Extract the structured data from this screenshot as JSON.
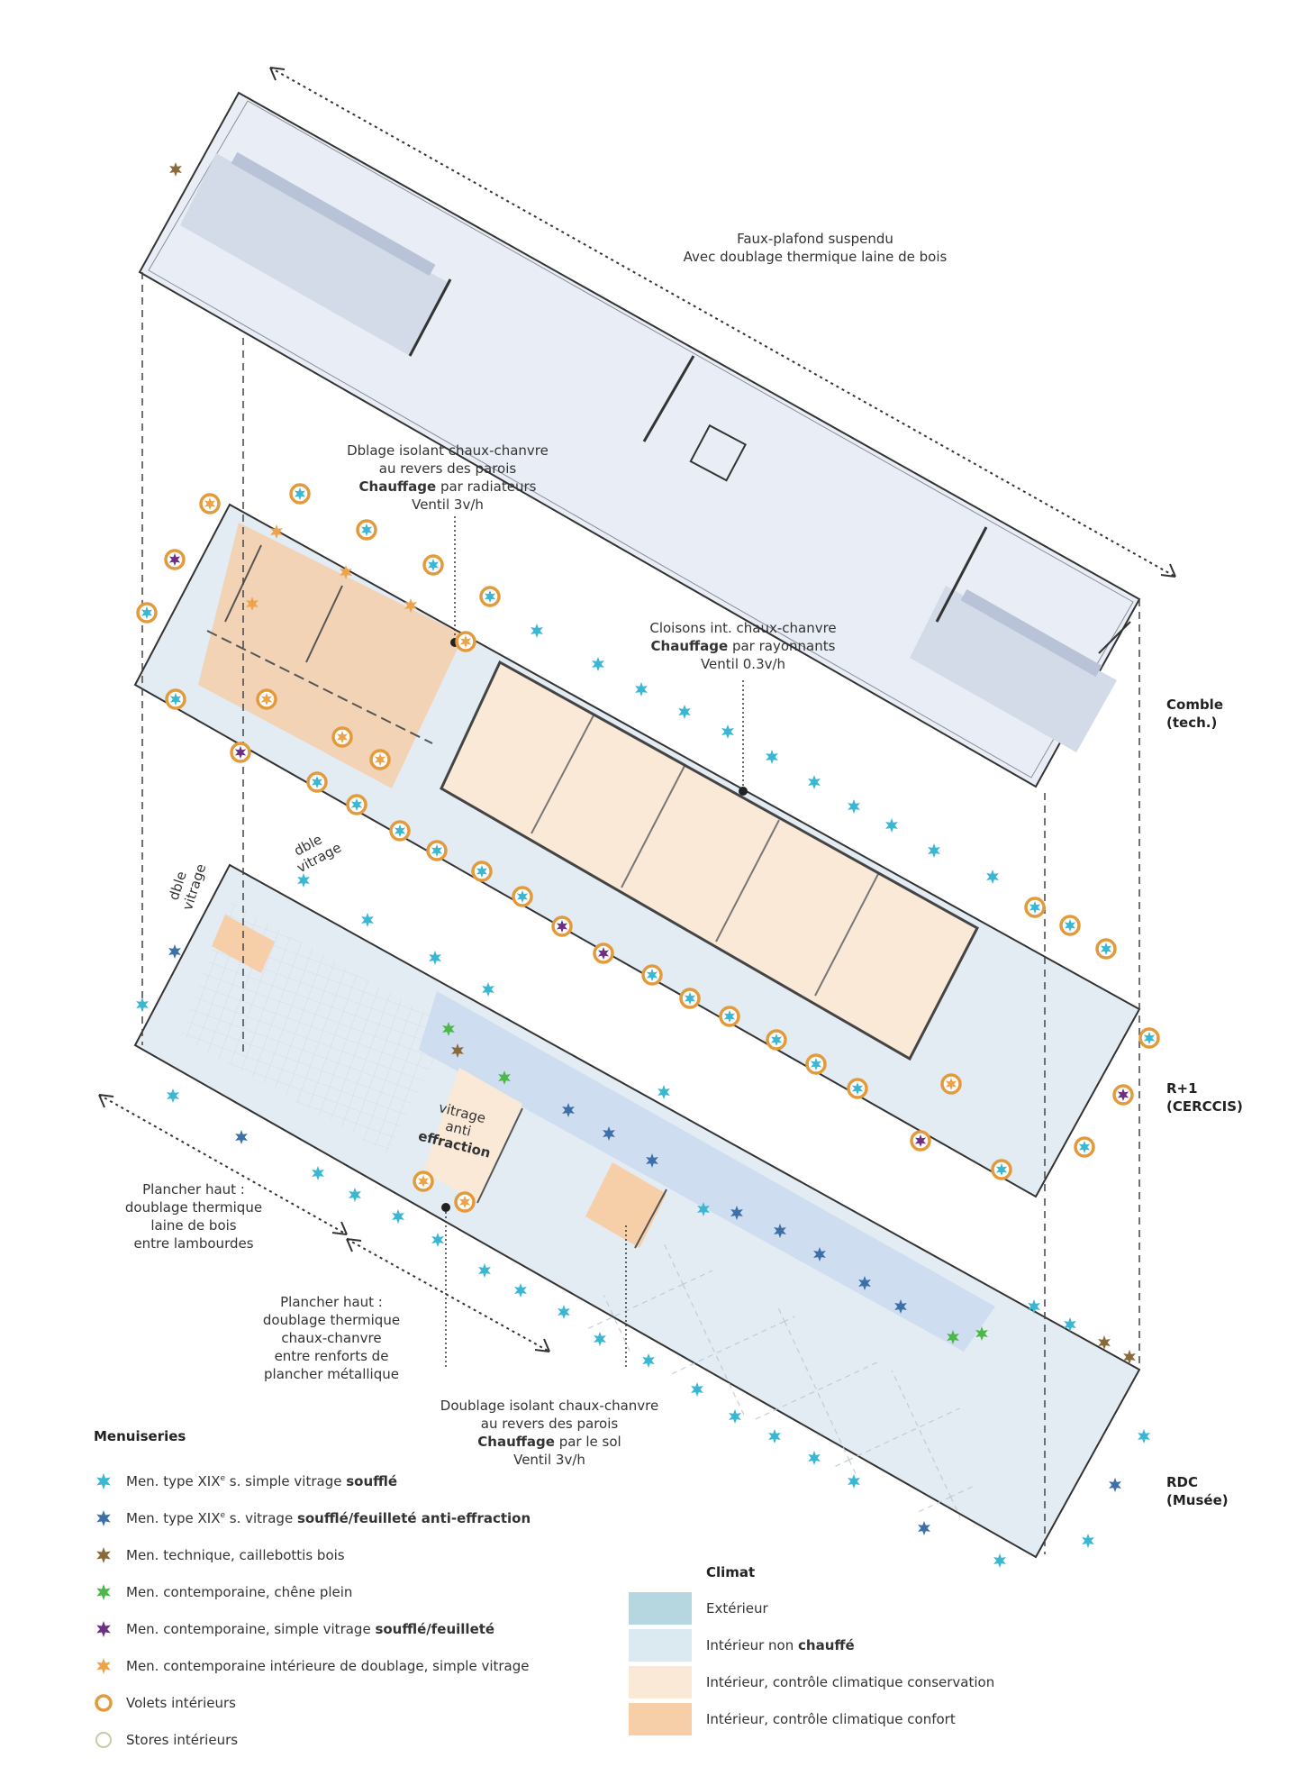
{
  "annotations": {
    "faux_plafond": [
      "Faux-plafond suspendu",
      "Avec doublage thermique laine de bois"
    ],
    "dblage_r1": {
      "l1": "Dblage isolant chaux-chanvre",
      "l2": "au revers des parois",
      "l3_bold": "Chauffage",
      "l3_rest": " par radiateurs",
      "l4": "Ventil 3v/h"
    },
    "cloisons": {
      "l1": "Cloisons int. chaux-chanvre",
      "l2_bold": "Chauffage",
      "l2_rest": " par rayonnants",
      "l3": "Ventil 0.3v/h"
    },
    "dble_vitrage_1": [
      "dble",
      "vitrage"
    ],
    "dble_vitrage_2": [
      "dble",
      "vitrage"
    ],
    "vitrage_anti": {
      "l1": "vitrage",
      "l2": "anti",
      "l3": "effraction"
    },
    "plancher_bois": [
      "Plancher haut :",
      "doublage thermique",
      "laine de bois",
      "entre lambourdes"
    ],
    "plancher_chaux": [
      "Plancher haut :",
      "doublage thermique",
      "chaux-chanvre",
      "entre renforts de",
      "plancher métallique"
    ],
    "doublage_rdc": {
      "l1": "Doublage isolant chaux-chanvre",
      "l2": "au revers des parois",
      "l3_bold": "Chauffage",
      "l3_rest": " par le sol",
      "l4": "Ventil 3v/h"
    }
  },
  "floors": {
    "comble": [
      "Comble",
      "(tech.)"
    ],
    "r1": [
      "R+1",
      "(CERCCIS)"
    ],
    "rdc": [
      "RDC",
      "(Musée)"
    ]
  },
  "legend_menuiseries": {
    "title": "Menuiseries",
    "items": [
      {
        "pre": "Men. type XIX",
        "sup": "e",
        "mid": " s. simple vitrage ",
        "bold": "soufflé",
        "post": "",
        "symbol": "star",
        "color": "#3bb7d4"
      },
      {
        "pre": "Men. type XIX",
        "sup": "e",
        "mid": " s. vitrage ",
        "bold": "soufflé/feuilleté anti-effraction",
        "post": "",
        "symbol": "star",
        "color": "#3d6fa8"
      },
      {
        "pre": "Men. technique, caillebottis bois",
        "sup": "",
        "mid": "",
        "bold": "",
        "post": "",
        "symbol": "star",
        "color": "#8a6a3a"
      },
      {
        "pre": "Men. contemporaine, chêne plein",
        "sup": "",
        "mid": "",
        "bold": "",
        "post": "",
        "symbol": "star",
        "color": "#4cb84a"
      },
      {
        "pre": "Men. contemporaine, simple vitrage ",
        "sup": "",
        "mid": "",
        "bold": "soufflé/feuilleté",
        "post": "",
        "symbol": "star",
        "color": "#6b2f86"
      },
      {
        "pre": "Men. contemporaine intérieure de doublage, simple vitrage",
        "sup": "",
        "mid": "",
        "bold": "",
        "post": "",
        "symbol": "star",
        "color": "#eda34a"
      },
      {
        "pre": "Volets intérieurs",
        "sup": "",
        "mid": "",
        "bold": "",
        "post": "",
        "symbol": "ring",
        "color": "#e39a3c"
      },
      {
        "pre": "Stores intérieurs",
        "sup": "",
        "mid": "",
        "bold": "",
        "post": "",
        "symbol": "ring-thin",
        "color": "#c9c9a8"
      }
    ]
  },
  "legend_climat": {
    "title": "Climat",
    "items": [
      {
        "label": "Extérieur",
        "bold": "",
        "color": "#b7d7e0"
      },
      {
        "label": "Intérieur non ",
        "bold": "chauffé",
        "color": "#dbe9f1"
      },
      {
        "label": "Intérieur, contrôle climatique conservation",
        "bold": "",
        "color": "#fbe9d7"
      },
      {
        "label": "Intérieur, contrôle climatique confort",
        "bold": "",
        "color": "#f6cfa9"
      }
    ]
  },
  "colors": {
    "cyan": "#3bb7d4",
    "blue": "#3d6fa8",
    "brown": "#8a6a3a",
    "green": "#4cb84a",
    "purple": "#6b2f86",
    "orange": "#eda34a",
    "ring": "#e39a3c"
  }
}
